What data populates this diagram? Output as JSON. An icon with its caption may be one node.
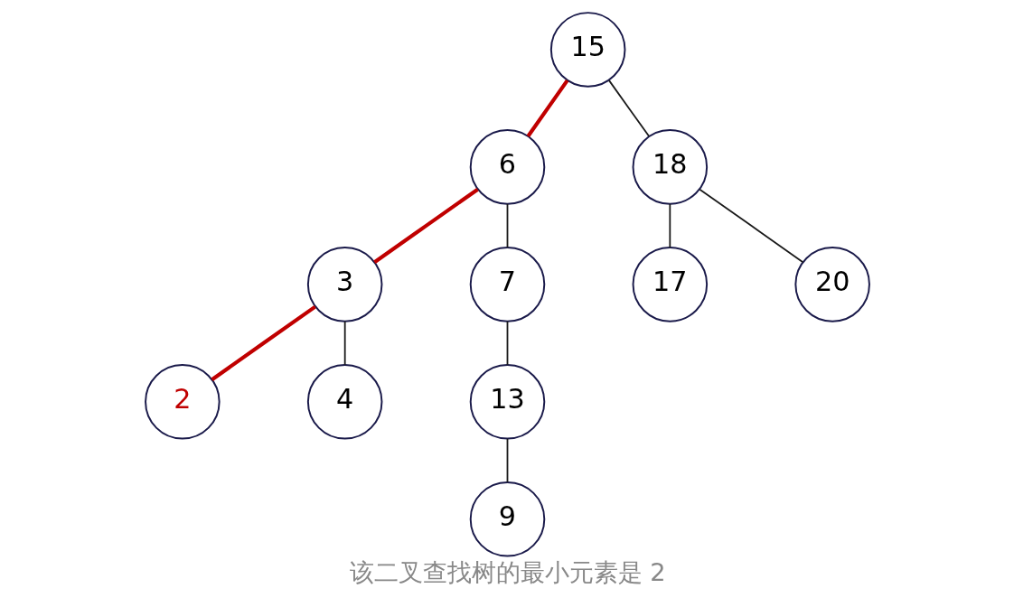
{
  "diagram": {
    "caption": "该二叉查找树的最小元素是 2",
    "nodes": [
      {
        "text": [
          "15"
        ]
      },
      {
        "text": [
          "6"
        ]
      },
      {
        "text": [
          "18"
        ]
      },
      {
        "text": [
          "3"
        ]
      },
      {
        "text": [
          "7"
        ]
      },
      {
        "text": [
          "17"
        ]
      },
      {
        "text": [
          "20"
        ]
      },
      {
        "text": [
          "2"
        ]
      },
      {
        "text": [
          "4"
        ]
      },
      {
        "text": [
          "13"
        ]
      },
      {
        "text": [
          "9"
        ]
      }
    ],
    "edges": [
      {
        "from": 0,
        "to": 1,
        "arrow": "none",
        "style": "thick",
        "color": "#c00000"
      },
      {
        "from": 0,
        "to": 2,
        "arrow": "none"
      },
      {
        "from": 1,
        "to": 3,
        "arrow": "none",
        "style": "thick",
        "color": "#c00000"
      },
      {
        "from": 1,
        "to": 4,
        "arrow": "none"
      },
      {
        "from": 2,
        "to": 5,
        "arrow": "none"
      },
      {
        "from": 2,
        "to": 6,
        "arrow": "none"
      },
      {
        "from": 3,
        "to": 7,
        "arrow": "none",
        "style": "thick",
        "color": "#c00000"
      },
      {
        "from": 3,
        "to": 8,
        "arrow": "none"
      },
      {
        "from": 4,
        "to": 9,
        "arrow": "none"
      },
      {
        "from": 9,
        "to": 10,
        "arrow": "none"
      }
    ]
  }
}
